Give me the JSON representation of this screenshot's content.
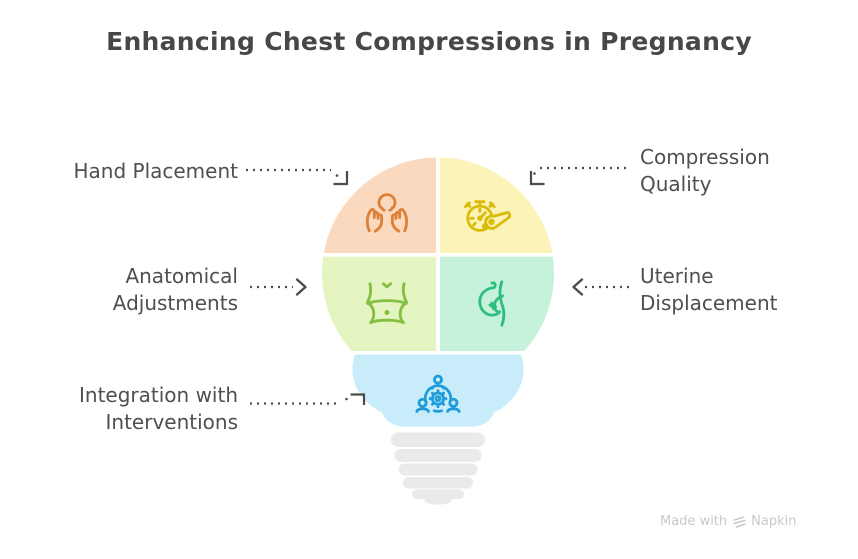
{
  "title": "Enhancing Chest Compressions in Pregnancy",
  "diagram": {
    "type": "lightbulb-quadrant-infographic",
    "segments": [
      {
        "id": "hand-placement",
        "label": "Hand Placement",
        "fill": "#FAD9BF",
        "icon": "hands-cupping-head-icon",
        "icon_color": "#DE8036",
        "position": "top-left"
      },
      {
        "id": "compression-quality",
        "label": "Compression Quality",
        "fill": "#FCF3B8",
        "icon": "stopwatch-whistle-icon",
        "icon_color": "#D9BC09",
        "position": "top-right"
      },
      {
        "id": "anatomical-adjustments",
        "label": "Anatomical Adjustments",
        "fill": "#E4F5C1",
        "icon": "torso-abdomen-icon",
        "icon_color": "#85BF41",
        "position": "middle-left"
      },
      {
        "id": "uterine-displacement",
        "label": "Uterine Displacement",
        "fill": "#C6F2DB",
        "icon": "pregnant-profile-icon",
        "icon_color": "#2FBE7C",
        "position": "middle-right"
      },
      {
        "id": "integration-with-interventions",
        "label": "Integration with Interventions",
        "fill": "#C9ECFA",
        "icon": "team-around-gear-icon",
        "icon_color": "#209DD8",
        "position": "bottom-neck"
      }
    ],
    "base": {
      "part": "bulb-screw-base",
      "fill": "#EAEAEA"
    }
  },
  "callouts": {
    "hand_placement": {
      "lines": [
        "Hand Placement"
      ],
      "side": "left",
      "connector": "dotted-elbow-down"
    },
    "compression_quality": {
      "lines": [
        "Compression",
        "Quality"
      ],
      "side": "right",
      "connector": "dotted-elbow-down"
    },
    "anatomical_adjustments": {
      "lines": [
        "Anatomical",
        "Adjustments"
      ],
      "side": "left",
      "connector": "dotted-arrow-right"
    },
    "uterine_displacement": {
      "lines": [
        "Uterine",
        "Displacement"
      ],
      "side": "right",
      "connector": "dotted-arrow-left"
    },
    "integration_with_interventions": {
      "lines": [
        "Integration with",
        "Interventions"
      ],
      "side": "left",
      "connector": "dotted-elbow-up"
    }
  },
  "watermark": {
    "prefix": "Made with",
    "brand": "Napkin"
  },
  "colors": {
    "background": "#FFFFFF",
    "title_text": "#474747",
    "label_text": "#4F4F4F",
    "connector": "#4C4C4C",
    "watermark_text": "#C9C9C9",
    "base_gray": "#EAEAEA"
  }
}
